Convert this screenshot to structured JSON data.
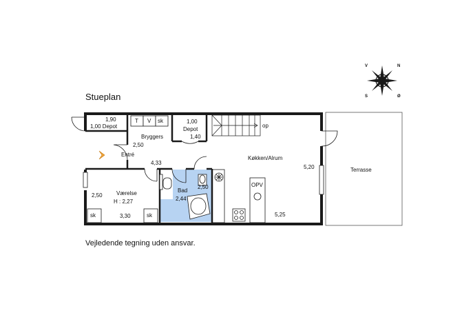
{
  "title": "Stueplan",
  "note": "Vejledende tegning uden ansvar.",
  "compass": {
    "v": "V",
    "n": "N",
    "s": "S",
    "o": "Ø"
  },
  "rooms": {
    "depot1": {
      "dim1": "1,90",
      "label": "1,00 Depot"
    },
    "bryggers": {
      "label": "Bryggers",
      "dim": "2,50"
    },
    "appliances": {
      "t": "T",
      "v": "V",
      "sk": "sk"
    },
    "depot2": {
      "dim1": "1,00",
      "label": "Depot",
      "dim2": "1,40"
    },
    "stair": {
      "label": "op"
    },
    "entre": {
      "label": "Entré",
      "dim": "4,33"
    },
    "kitchen": {
      "label": "Køkken/Alrum",
      "dim_right": "5,20",
      "dim_bottom": "5,25",
      "opv": "OPV"
    },
    "terrace": {
      "label": "Terrasse"
    },
    "vaerelse": {
      "label": "Værelse",
      "height": "H : 2,27",
      "dim_left": "2,50",
      "dim_bottom": "3,30",
      "sk1": "sk",
      "sk2": "sk"
    },
    "bad": {
      "label": "Bad",
      "dim": "2,44",
      "dim2": "2,50"
    }
  },
  "colors": {
    "wall": "#1a1a1a",
    "bath": "#b7d3f2",
    "arrow": "#f0a43a"
  }
}
